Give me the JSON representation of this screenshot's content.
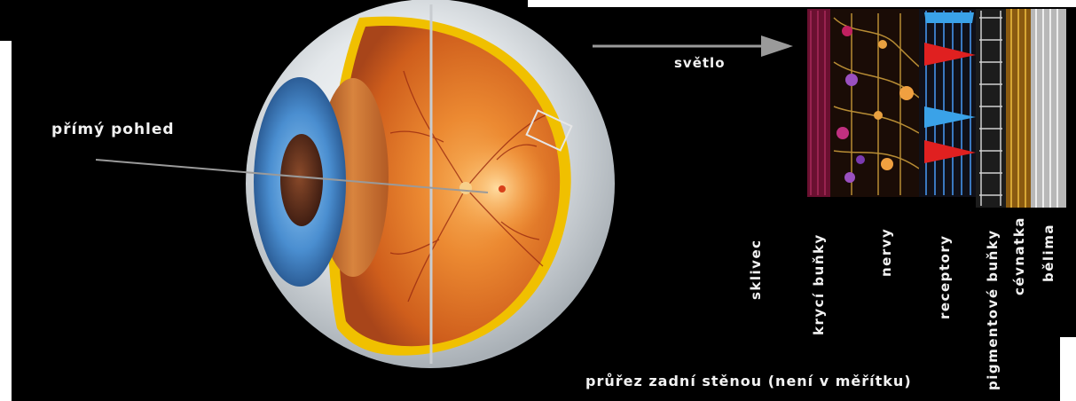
{
  "labels": {
    "direct_view": "přímý pohled",
    "light": "světlo",
    "cross_section": "průřez zadní stěnou (není v měřítku)"
  },
  "layers": [
    {
      "id": "vitreous",
      "label": "sklivec"
    },
    {
      "id": "cover-cells",
      "label": "krycí buňky"
    },
    {
      "id": "nerves",
      "label": "nervy"
    },
    {
      "id": "receptors",
      "label": "receptory"
    },
    {
      "id": "pigment-cells",
      "label": "pigmentové buňky"
    },
    {
      "id": "choroid",
      "label": "cévnatka"
    },
    {
      "id": "sclera",
      "label": "bělima"
    }
  ],
  "colors": {
    "background": "#000000",
    "white_strips": "#ffffff",
    "sclera": "#d9dde0",
    "iris": "#4f8fd0",
    "lens_orange": "#c8682a",
    "retina_orange": "#e0701f",
    "text": "#f2f2f2",
    "cone_blue": "#3aa2e8",
    "cone_red": "#e02020",
    "cover_cells": "#c02060"
  }
}
